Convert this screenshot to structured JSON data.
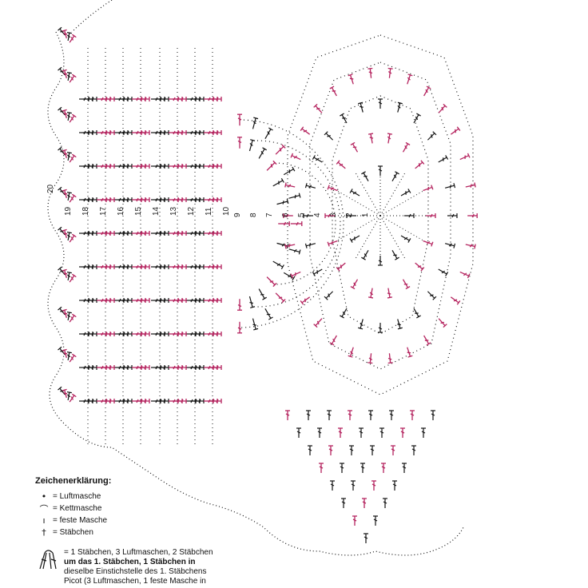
{
  "legend": {
    "title": "Zeichenerklärung:",
    "items": [
      {
        "icon": "chain-dot-icon",
        "symbol": "•",
        "label": "= Luftmasche"
      },
      {
        "icon": "slip-stitch-icon",
        "symbol": "⌒",
        "label": "= Kettmasche"
      },
      {
        "icon": "single-crochet-icon",
        "symbol": "ı",
        "label": "= feste Masche"
      },
      {
        "icon": "double-crochet-icon",
        "symbol": "†",
        "label": "= Stäbchen"
      }
    ],
    "shell_lines": [
      "= 1 Stäbchen, 3 Luftmaschen, 2 Stäbchen",
      "um das 1. Stäbchen, 1 Stäbchen in",
      "dieselbe Einstichstelle des 1. Stäbchens",
      "Picot (3 Luftmaschen, 1 feste Masche in"
    ]
  },
  "row_numbers_left": [
    "20",
    "19",
    "18",
    "17",
    "16",
    "15",
    "14",
    "13",
    "12",
    "11",
    "10"
  ],
  "row_numbers_center": [
    "9",
    "8",
    "7",
    "6",
    "5",
    "4",
    "3",
    "2",
    "1"
  ],
  "colors": {
    "black": "#111111",
    "magenta": "#b5245f"
  }
}
